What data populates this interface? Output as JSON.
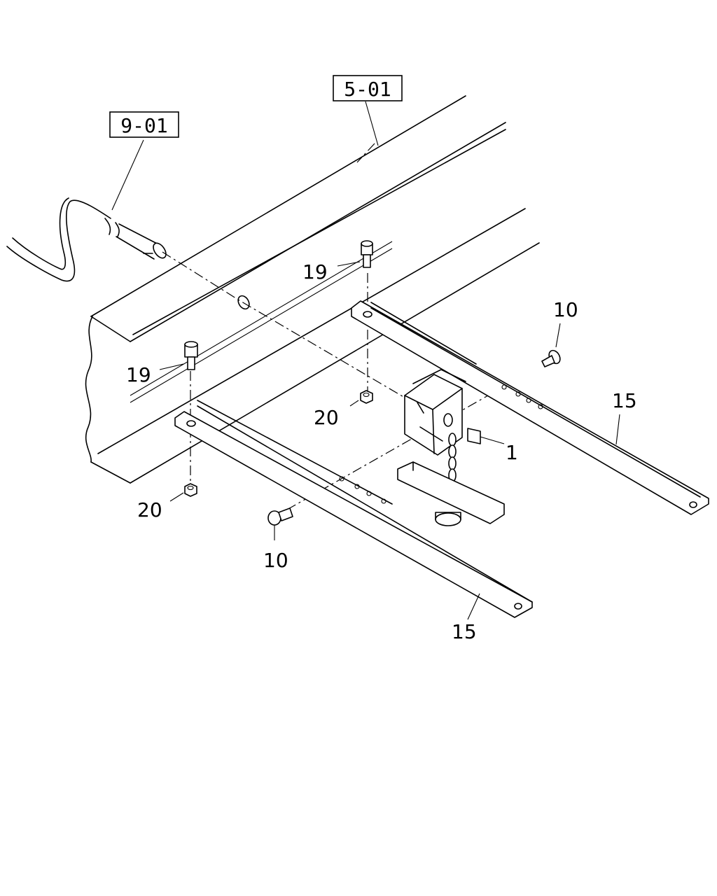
{
  "references": {
    "ref_5_01": "5-01",
    "ref_9_01": "9-01"
  },
  "callouts": {
    "part_1": "1",
    "part_10_right": "10",
    "part_10_left": "10",
    "part_15_right": "15",
    "part_15_left": "15",
    "part_19_right": "19",
    "part_19_left": "19",
    "part_20_right": "20",
    "part_20_left": "20"
  }
}
